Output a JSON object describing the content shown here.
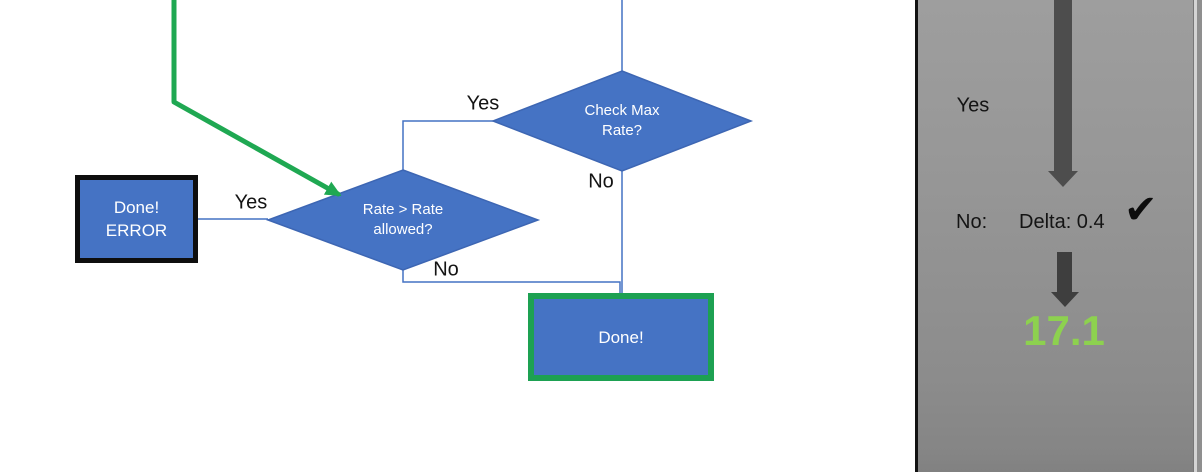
{
  "flowchart": {
    "decision_check_max": {
      "line1": "Check Max",
      "line2": "Rate?"
    },
    "decision_rate_allowed": {
      "line1": "Rate > Rate",
      "line2": "allowed?"
    },
    "error_box": {
      "line1": "Done!",
      "line2": "ERROR"
    },
    "done_box": {
      "label": "Done!"
    },
    "edge_labels": {
      "check_max_yes": "Yes",
      "check_max_no": "No",
      "rate_yes": "Yes",
      "rate_no": "No"
    }
  },
  "side_panel": {
    "yes_label": "Yes",
    "no_label": "No:",
    "delta_value": "Delta: 0.4",
    "check_icon": "✔",
    "result_value": "17.1"
  },
  "colors": {
    "shape_blue": "#4573C4",
    "connector_blue": "#4472C4",
    "green_accent": "#1FA852",
    "result_green": "#8DD14F",
    "arrow_gray": "#4D4D4D",
    "panel_gray": "#949494",
    "border_black": "#0E0E0E"
  }
}
